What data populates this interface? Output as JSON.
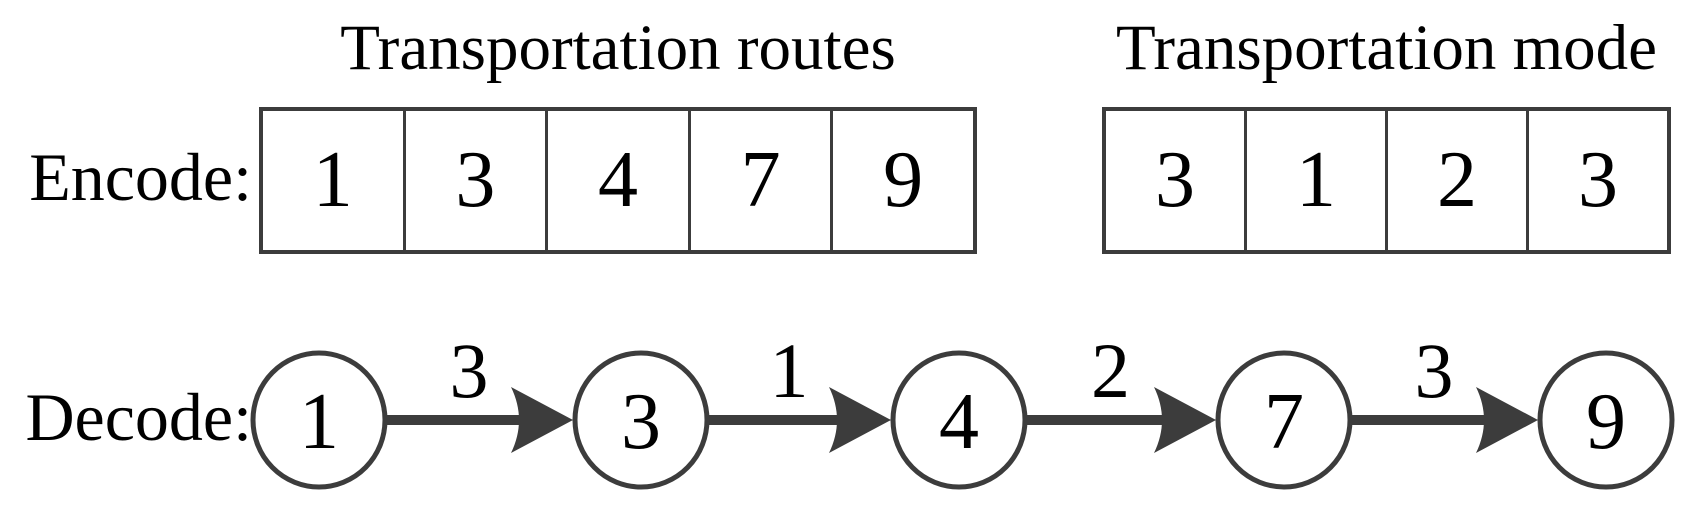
{
  "colors": {
    "stroke": "#3c3c3c",
    "text": "#000000",
    "background": "#ffffff"
  },
  "encode": {
    "label": "Encode:",
    "routes_table": {
      "title": "Transportation routes",
      "cells": [
        "1",
        "3",
        "4",
        "7",
        "9"
      ]
    },
    "mode_table": {
      "title": "Transportation mode",
      "cells": [
        "3",
        "1",
        "2",
        "3"
      ]
    }
  },
  "decode": {
    "label": "Decode:",
    "nodes": [
      "1",
      "3",
      "4",
      "7",
      "9"
    ],
    "edge_labels": [
      "3",
      "1",
      "2",
      "3"
    ]
  }
}
